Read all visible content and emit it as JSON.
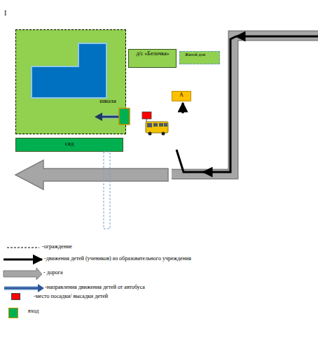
{
  "diagram": {
    "nodes": [
      {
        "text": [
          "школа"
        ]
      },
      {
        "text": [
          "д/с «Белочка»"
        ]
      },
      {
        "text": [
          "Жилой дом"
        ]
      },
      {
        "text": [
          "А"
        ]
      },
      {
        "text": [
          "сад"
        ]
      }
    ],
    "labels": [
      "I"
    ],
    "legend": [
      {
        "text": "-ограждение"
      },
      {
        "text": "-движения детей (учеников) из образовательного учреждения"
      },
      {
        "text": "- дорога"
      },
      {
        "text": "-направления движения детей от автобуса"
      },
      {
        "text": "-место посадки/ высадки детей",
        "color": "#ff0000"
      },
      {
        "text": "вход",
        "color": "#00b050"
      }
    ]
  }
}
